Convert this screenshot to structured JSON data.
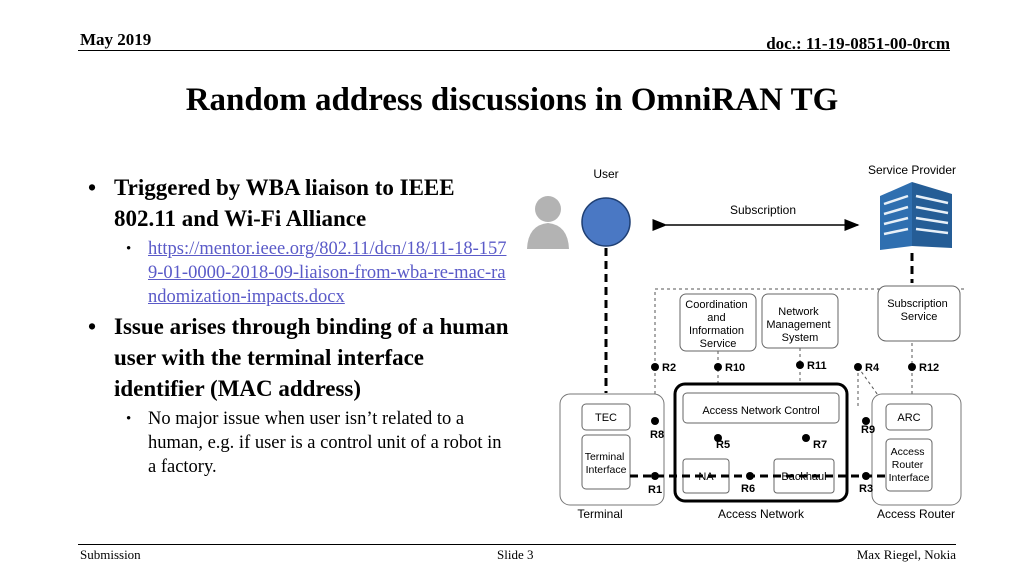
{
  "header": {
    "date": "May 2019",
    "doc": "doc.: 11-19-0851-00-0rcm"
  },
  "title": "Random address discussions in OmniRAN TG",
  "bullets": [
    {
      "text": "Triggered by WBA liaison to IEEE 802.11 and Wi-Fi Alliance",
      "sub": [
        {
          "text": "https://mentor.ieee.org/802.11/dcn/18/11-18-1579-01-0000-2018-09-liaison-from-wba-re-mac-randomization-impacts.docx",
          "is_link": true
        }
      ]
    },
    {
      "text": "Issue arises through binding of a human user with the terminal interface identifier (MAC address)",
      "sub": [
        {
          "text": "No major issue when user isn’t related to a human, e.g. if user is a control unit of a robot in a factory.",
          "is_link": false
        }
      ]
    }
  ],
  "diagram": {
    "user": "User",
    "service_provider": "Service Provider",
    "subscription": "Subscription",
    "coordination": [
      "Coordination",
      "and",
      "Information",
      "Service"
    ],
    "network_mgmt": [
      "Network",
      "Management",
      "System"
    ],
    "subscription_service": [
      "Subscription",
      "Service"
    ],
    "refpoints": {
      "r1": "R1",
      "r2": "R2",
      "r3": "R3",
      "r4": "R4",
      "r5": "R5",
      "r6": "R6",
      "r7": "R7",
      "r8": "R8",
      "r9": "R9",
      "r10": "R10",
      "r11": "R11",
      "r12": "R12"
    },
    "tec": "TEC",
    "terminal_interface": [
      "Terminal",
      "Interface"
    ],
    "anc": "Access Network Control",
    "na": "NA",
    "backhaul": "Backhaul",
    "arc": "ARC",
    "ari": [
      "Access",
      "Router",
      "Interface"
    ],
    "terminal": "Terminal",
    "access_network": "Access Network",
    "access_router": "Access Router",
    "colors": {
      "user_circle": "#4a78c4",
      "building": "#2f6fb0"
    }
  },
  "footer": {
    "left": "Submission",
    "center": "Slide 3",
    "right": "Max Riegel, Nokia"
  }
}
